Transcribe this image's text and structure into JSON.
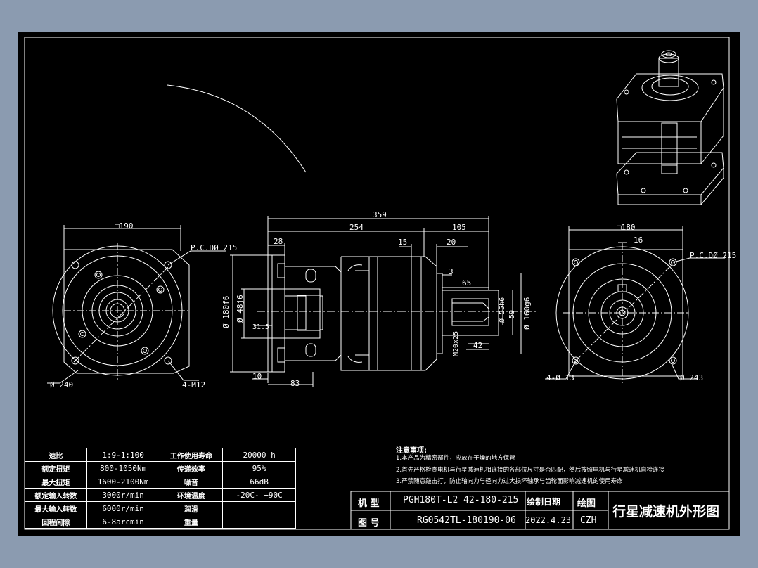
{
  "dimensions": {
    "front_square": "□190",
    "front_pcd": "P.C.DØ 215",
    "front_dia": "Ø 240",
    "front_holes": "4-M12",
    "total_len": "359",
    "body_len": "254",
    "shaft_len": "105",
    "flange_w": "28",
    "shoulder": "15",
    "key_offset": "20",
    "d3": "3",
    "key_len": "65",
    "out_dia": "Ø 180f6",
    "in_dia": "Ø 48j6",
    "in_small": "31.5",
    "d10": "10",
    "d83": "83",
    "shaft_d55": "Ø 55h6",
    "shaft_d59": "59",
    "pilot": "Ø 160g6",
    "tap": "M20x25",
    "d42": "42",
    "rear_square": "□180",
    "key_w": "16",
    "rear_pcd": "P.C.DØ 215",
    "rear_holes": "4-Ø 13",
    "rear_dia": "Ø 243"
  },
  "spec_table": [
    [
      "速比",
      "1:9-1:100",
      "工作使用寿命",
      "20000  h"
    ],
    [
      "额定扭矩",
      "800-1050Nm",
      "传递效率",
      "95%"
    ],
    [
      "最大扭矩",
      "1600-2100Nm",
      "噪音",
      "66dB"
    ],
    [
      "额定输入转数",
      "3000r/min",
      "环境温度",
      "-20C- +90C"
    ],
    [
      "最大输入转数",
      "6000r/min",
      "润滑",
      ""
    ],
    [
      "回程间隙",
      "6-8arcmin",
      "重量",
      ""
    ]
  ],
  "notes": {
    "title": "注意事项:",
    "lines": [
      "1.本产品为精密部件，应放在干燥的地方保管",
      "2.首先严格检查电机与行星减速机相连接的各部位尺寸是否匹配，然后按照电机与行星减速机自检连接",
      "3.严禁随意敲击打，防止轴向力与径向力过大损坏轴承与齿轮面影响减速机的使用寿命"
    ]
  },
  "title_block": {
    "model_label": "机 型",
    "model_value": "PGH180T-L2 42-180-215",
    "drawing_no_label": "图 号",
    "drawing_no_value": "RG0542TL-180190-06",
    "date_label": "绘制日期",
    "date_value": "2022.4.23",
    "drawer_label": "绘图",
    "drawer_value": "CZH",
    "drawing_title": "行星减速机外形图"
  }
}
